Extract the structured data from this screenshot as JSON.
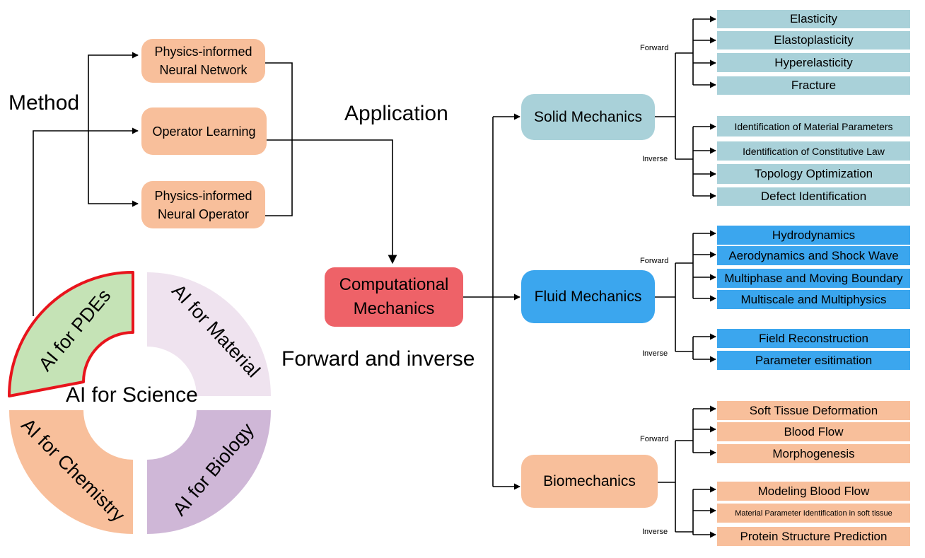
{
  "labels": {
    "method": "Method",
    "application": "Application",
    "forward_inverse": "Forward and inverse",
    "ai_science": "AI for Science"
  },
  "methods": [
    "Physics-informed Neural Network",
    "Operator Learning",
    "Physics-informed Neural Operator"
  ],
  "center": "Computational Mechanics",
  "ring": {
    "pdes": "AI for PDEs",
    "material": "AI for Material",
    "chemistry": "AI for Chemistry",
    "biology": "AI for Biology"
  },
  "domains": {
    "solid": {
      "name": "Solid Mechanics",
      "forward_label": "Forward",
      "inverse_label": "Inverse",
      "forward": [
        "Elasticity",
        "Elastoplasticity",
        "Hyperelasticity",
        "Fracture"
      ],
      "inverse": [
        "Identification of Material Parameters",
        "Identification of Constitutive Law",
        "Topology Optimization",
        "Defect Identification"
      ]
    },
    "fluid": {
      "name": "Fluid Mechanics",
      "forward_label": "Forward",
      "inverse_label": "Inverse",
      "forward": [
        "Hydrodynamics",
        "Aerodynamics and Shock Wave",
        "Multiphase and Moving Boundary",
        "Multiscale and Multiphysics"
      ],
      "inverse": [
        "Field Reconstruction",
        "Parameter esitimation"
      ]
    },
    "bio": {
      "name": "Biomechanics",
      "forward_label": "Forward",
      "inverse_label": "Inverse",
      "forward": [
        "Soft Tissue Deformation",
        "Blood Flow",
        "Morphogenesis"
      ],
      "inverse": [
        "Modeling Blood Flow",
        "Material Parameter Identification in soft tissue",
        "Protein Structure Prediction"
      ]
    }
  },
  "colors": {
    "method_box": "#f8bf9b",
    "center_box": "#ee6268",
    "solid": "#a9d1d9",
    "fluid": "#3ba6ee",
    "bio": "#f8bf9b",
    "ring_pdes": "#c5e3b6",
    "ring_pdes_border": "#e8141c",
    "ring_material": "#efe3ef",
    "ring_chemistry": "#f8bf9b",
    "ring_biology": "#cfb7d7"
  }
}
